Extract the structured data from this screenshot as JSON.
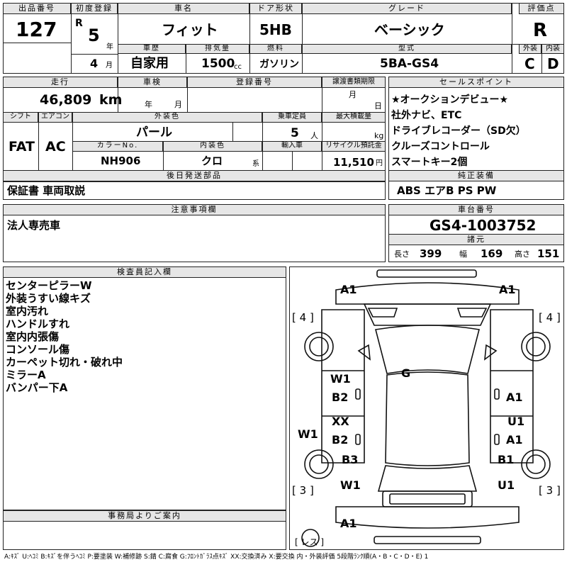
{
  "headers": {
    "lot_no": "出品番号",
    "first_reg": "初度登録",
    "car_name": "車名",
    "door": "ドア形状",
    "grade": "グレード",
    "score": "評価点",
    "history": "車歴",
    "displacement": "排気量",
    "fuel": "燃料",
    "model_code": "型式",
    "exterior": "外装",
    "interior": "内装",
    "mileage": "走行",
    "inspection": "車検",
    "reg_no": "登録番号",
    "transfer_deadline": "譲渡書類期限",
    "sales_points": "セールスポイント",
    "shift": "シフト",
    "aircon": "エアコン",
    "ext_color": "外装色",
    "seating": "乗車定員",
    "max_load": "最大積載量",
    "color_no": "カラーNo.",
    "int_color": "内装色",
    "import": "輸入車",
    "recycle": "リサイクル預託金",
    "later_parts": "後日発送部品",
    "genuine_equipment": "純正装備",
    "notes": "注意事項欄",
    "chassis_no": "車台番号",
    "specs": "諸元",
    "inspector_notes": "検査員記入欄",
    "office_notice": "事務局よりご案内"
  },
  "vehicle": {
    "lot_no": "127",
    "era": "R",
    "year_value": "5",
    "year_unit": "年",
    "month_value": "4",
    "month_unit": "月",
    "name": "フィット",
    "door": "5HB",
    "grade": "ベーシック",
    "score": "R",
    "history": "自家用",
    "displacement": "1500",
    "displacement_unit": "cc",
    "fuel": "ガソリン",
    "model_code": "5BA-GS4",
    "exterior_score": "C",
    "interior_score": "D",
    "mileage": "46,809",
    "mileage_unit": "km",
    "inspection_year_unit": "年",
    "inspection_month_unit": "月",
    "transfer_month_unit": "月",
    "transfer_day_unit": "日",
    "shift": "FAT",
    "aircon": "AC",
    "ext_color": "パール",
    "seating": "5",
    "seating_unit": "人",
    "max_load_unit": "kg",
    "color_no": "NH906",
    "int_color": "クロ",
    "int_color_unit": "系",
    "recycle": "11,510",
    "recycle_unit": "円",
    "later_parts": "保証書 車両取説",
    "genuine_equipment": "ABS エアB PS PW",
    "notes": "法人専売車",
    "chassis_no": "GS4-1003752"
  },
  "sales_points": [
    "★オークションデビュー★",
    "社外ナビ、ETC",
    "ドライブレコーダー（SD欠）",
    "クルーズコントロール",
    "スマートキー2個"
  ],
  "specs": {
    "length_label": "長さ",
    "length": "399",
    "width_label": "幅",
    "width": "169",
    "height_label": "高さ",
    "height": "151"
  },
  "inspector_notes": [
    "センターピラーW",
    "外装うすい線キズ",
    "室内汚れ",
    "ハンドルすれ",
    "室内内張傷",
    "コンソール傷",
    "カーペット切れ・破れ中",
    "ミラーA",
    "バンパー下A"
  ],
  "damage_marks": {
    "front_left": "A1",
    "front_right": "A1",
    "roof": "G",
    "left_front_door": "W1",
    "left_front_door_lower": "B2",
    "left_rear_door": "XX",
    "left_rear_door_lower": "B2",
    "left_side": "W1",
    "left_rear_fender": "B3",
    "left_rear": "W1",
    "right_front_door": "A1",
    "right_rear_door": "U1",
    "right_rear_door_lower": "A1",
    "right_rear_fender": "B1",
    "right_rear": "U1",
    "rear_bumper": "A1"
  },
  "tire_marks": {
    "front_left": "4",
    "front_right": "4",
    "rear_left": "3",
    "rear_right": "3",
    "spare": "レス"
  },
  "legend": "A:ｷｽﾞ U:ﾍｺﾐ B:ｷｽﾞを伴うﾍｺﾐ P:要塗装 W:補修跡 S:錆 C:腐食 G:ﾌﾛﾝﾄｶﾞﾗｽ点ｷｽﾞ XX:交換済み X:要交換 内・外装評価 5段階ﾗﾝｸ順(A・B・C・D・E) 1"
}
